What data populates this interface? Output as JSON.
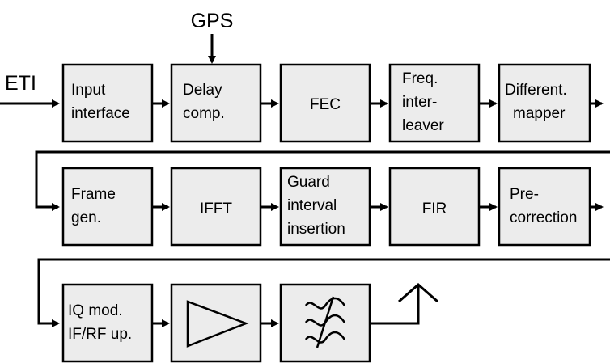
{
  "inputs": {
    "gps": "GPS",
    "eti": "ETI"
  },
  "row1": {
    "input_interface": [
      "Input",
      "interface"
    ],
    "delay_comp": [
      "Delay",
      "comp."
    ],
    "fec": [
      "FEC"
    ],
    "freq_interleaver": [
      "Freq.",
      "inter-",
      "leaver"
    ],
    "diff_mapper": [
      "Different.",
      "mapper"
    ]
  },
  "row2": {
    "frame_gen": [
      "Frame",
      "gen."
    ],
    "ifft": [
      "IFFT"
    ],
    "guard_interval": [
      "Guard",
      "interval",
      "insertion"
    ],
    "fir": [
      "FIR"
    ],
    "precorrection": [
      "Pre-",
      "correction"
    ]
  },
  "row3": {
    "iq_mod": [
      "IQ mod.",
      "IF/RF up."
    ],
    "amplifier_icon": "amplifier-triangle-icon",
    "filter_icon": "bandpass-filter-icon",
    "antenna_icon": "antenna-icon"
  },
  "colors": {
    "block_fill": "#ececec",
    "stroke": "#000000"
  }
}
